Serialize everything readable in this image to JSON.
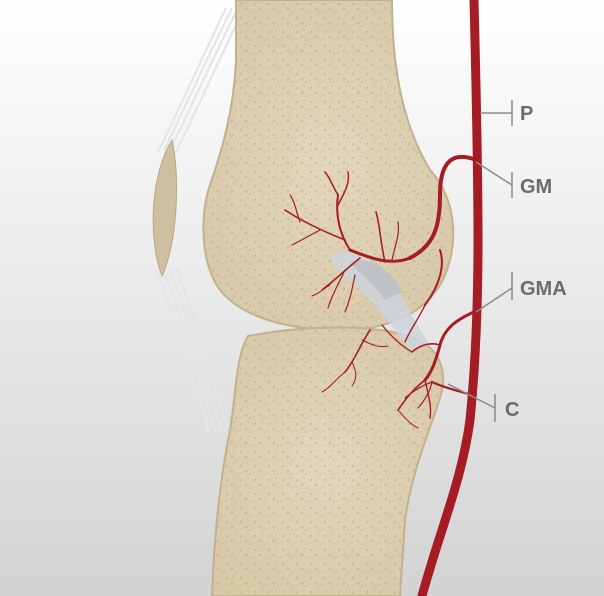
{
  "labels": {
    "p": "P",
    "gm": "GM",
    "gma": "GMA",
    "c": "C"
  },
  "colors": {
    "artery": "#a51c24",
    "bone": "#e8dcc4",
    "bone_edge": "#c8b896",
    "ligament": "#d9dde3",
    "meniscus": "#c5cbd4",
    "label": "#6b6b6b"
  }
}
